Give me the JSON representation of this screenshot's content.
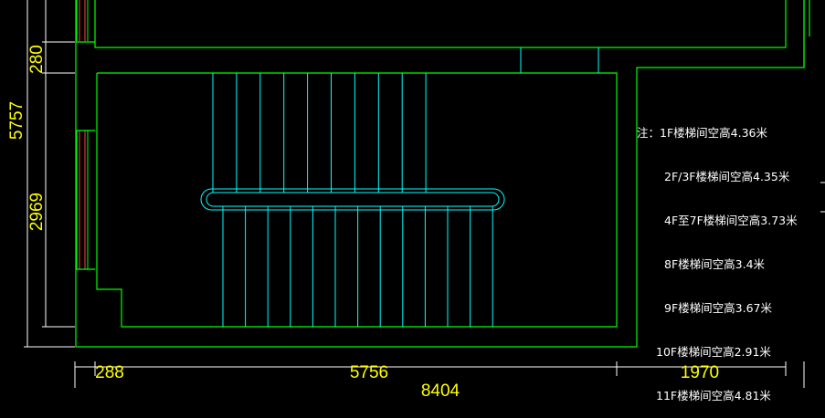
{
  "dimensions": {
    "left_total": "5757",
    "left_upper": "280",
    "left_lower": "2969",
    "bottom_left": "288",
    "bottom_mid": "5756",
    "bottom_right": "1970",
    "bottom_total_partial": "8404"
  },
  "note": {
    "prefix": "注：",
    "lines": [
      "1F楼梯间空高4.36米",
      "2F/3F楼梯间空高4.35米",
      "4F至7F楼梯间空高3.73米",
      "8F楼梯间空高3.4米",
      "9F楼梯间空高3.67米",
      "10F楼梯间空高2.91米",
      "11F楼梯间空高4.81米"
    ]
  },
  "colors": {
    "wall": "#00ff00",
    "stair": "#00ffff",
    "dimension": "#ffff00",
    "note": "#ffffff",
    "background": "#000000"
  }
}
